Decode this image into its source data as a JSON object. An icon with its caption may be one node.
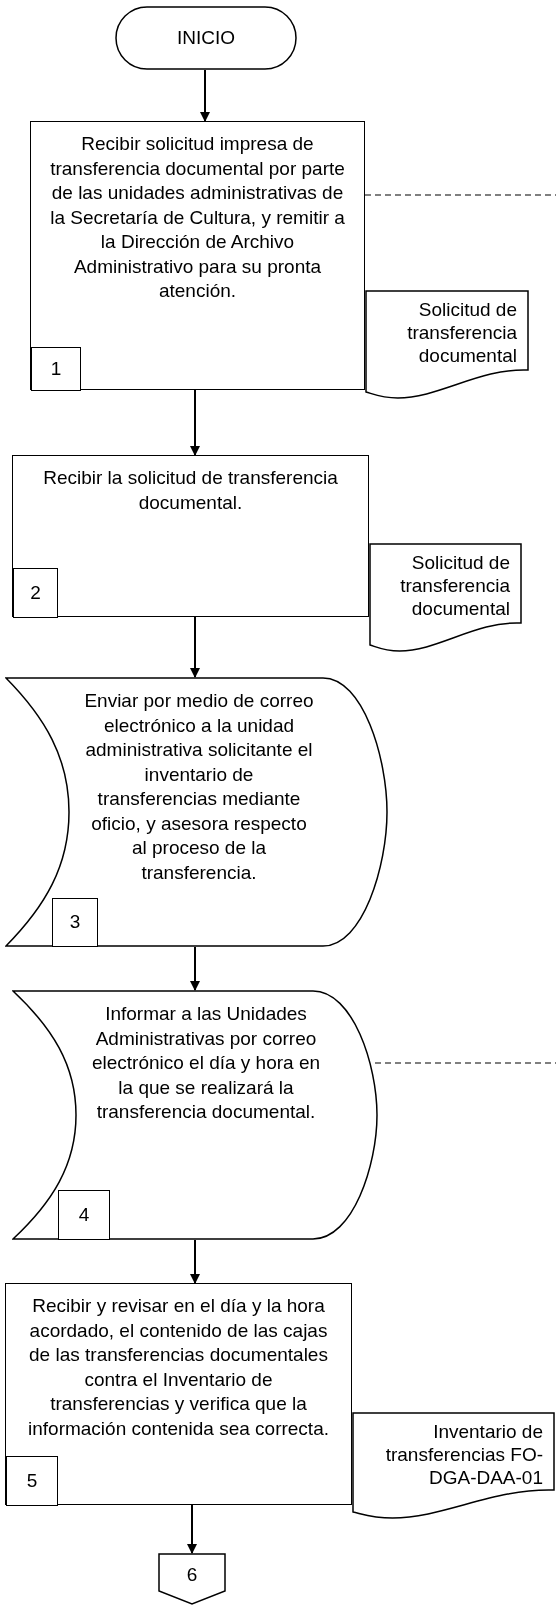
{
  "diagram": {
    "nodes": [
      {
        "text": [
          "INICIO"
        ]
      },
      {
        "text": [
          "Recibir solicitud impresa de transferencia documental por parte de las unidades administrativas de la Secretaría de Cultura, y remitir a la Dirección de Archivo Administrativo para su pronta atención."
        ]
      },
      {
        "text": [
          "1"
        ],
        "in": 1
      },
      {
        "text": [
          "Solicitud de transferencia documental"
        ]
      },
      {
        "text": [
          "Recibir la solicitud de transferencia documental."
        ]
      },
      {
        "text": [
          "2"
        ],
        "in": 4
      },
      {
        "text": [
          "Solicitud de transferencia documental"
        ]
      },
      {
        "text": [
          "Enviar por medio de correo electrónico a la unidad administrativa solicitante el inventario de transferencias mediante oficio, y asesora respecto al proceso de la transferencia."
        ]
      },
      {
        "text": [
          "3"
        ],
        "in": 7
      },
      {
        "text": [
          "Informar a las Unidades Administrativas por correo electrónico el día y hora en la que se realizará la transferencia documental."
        ]
      },
      {
        "text": [
          "4"
        ],
        "in": 9
      },
      {
        "text": [
          "Recibir y revisar en el día y la hora acordado, el contenido de las cajas de las transferencias documentales contra el Inventario de transferencias y verifica que la información contenida sea correcta."
        ]
      },
      {
        "text": [
          "5"
        ],
        "in": 11
      },
      {
        "text": [
          "Inventario de transferencias FO-DGA-DAA-01"
        ]
      },
      {
        "text": [
          "6"
        ]
      }
    ],
    "edges": [
      {
        "from": 0,
        "to": 1,
        "arrow": "to"
      },
      {
        "from": 1,
        "to": 4,
        "arrow": "to"
      },
      {
        "from": 4,
        "to": 7,
        "arrow": "to"
      },
      {
        "from": 7,
        "to": 9,
        "arrow": "to"
      },
      {
        "from": 9,
        "to": 11,
        "arrow": "to"
      },
      {
        "from": 11,
        "to": 14,
        "arrow": "to"
      },
      {
        "from": 1,
        "to": null,
        "arrow": "none",
        "style": "dashed"
      },
      {
        "from": 9,
        "to": null,
        "arrow": "none",
        "style": "dashed"
      }
    ]
  }
}
